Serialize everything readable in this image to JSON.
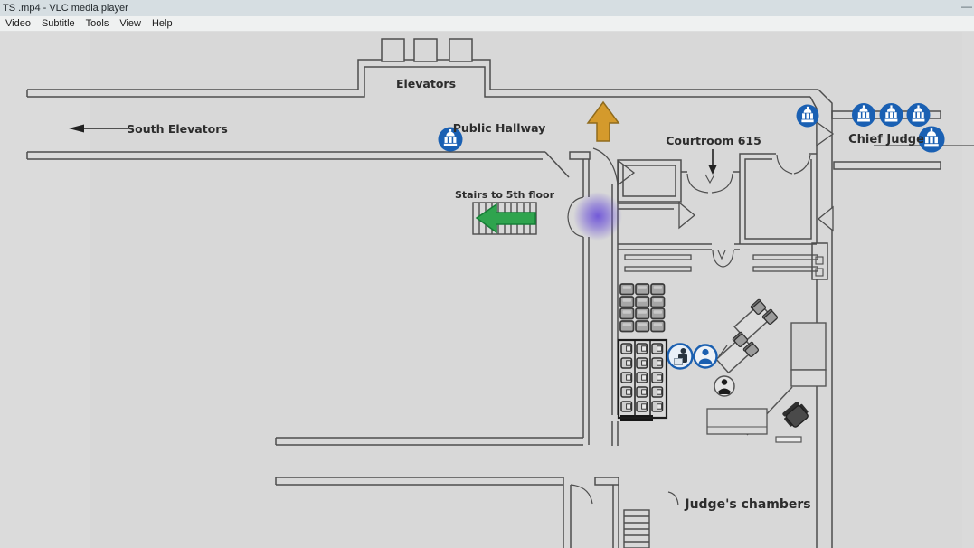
{
  "window": {
    "title": "TS .mp4 - VLC media player",
    "minimize": "—"
  },
  "menu_bar": {
    "items": [
      "Video",
      "Subtitle",
      "Tools",
      "View",
      "Help"
    ]
  },
  "map": {
    "labels": {
      "elevators": "Elevators",
      "south_elevators": "South Elevators",
      "public_hallway": "Public Hallway",
      "courtroom": "Courtroom 615",
      "chief_judge": "Chief Judge",
      "stairs_5th": "Stairs to 5th floor",
      "judges_chambers": "Judge's chambers"
    },
    "icons": {
      "courthouse": "courthouse-icon",
      "person": "person-icon",
      "person_at_desk": "person-at-desk-icon",
      "witness": "witness-person-icon"
    },
    "colors": {
      "background": "#d8d8d8",
      "walls": "#4d4d4d",
      "icon_blue": "#1a60b3",
      "arrow_orange": "#d49a2c",
      "arrow_green": "#2fa44e",
      "highlight_purple": "#6a4fd8",
      "arrow_black": "#222222"
    }
  }
}
